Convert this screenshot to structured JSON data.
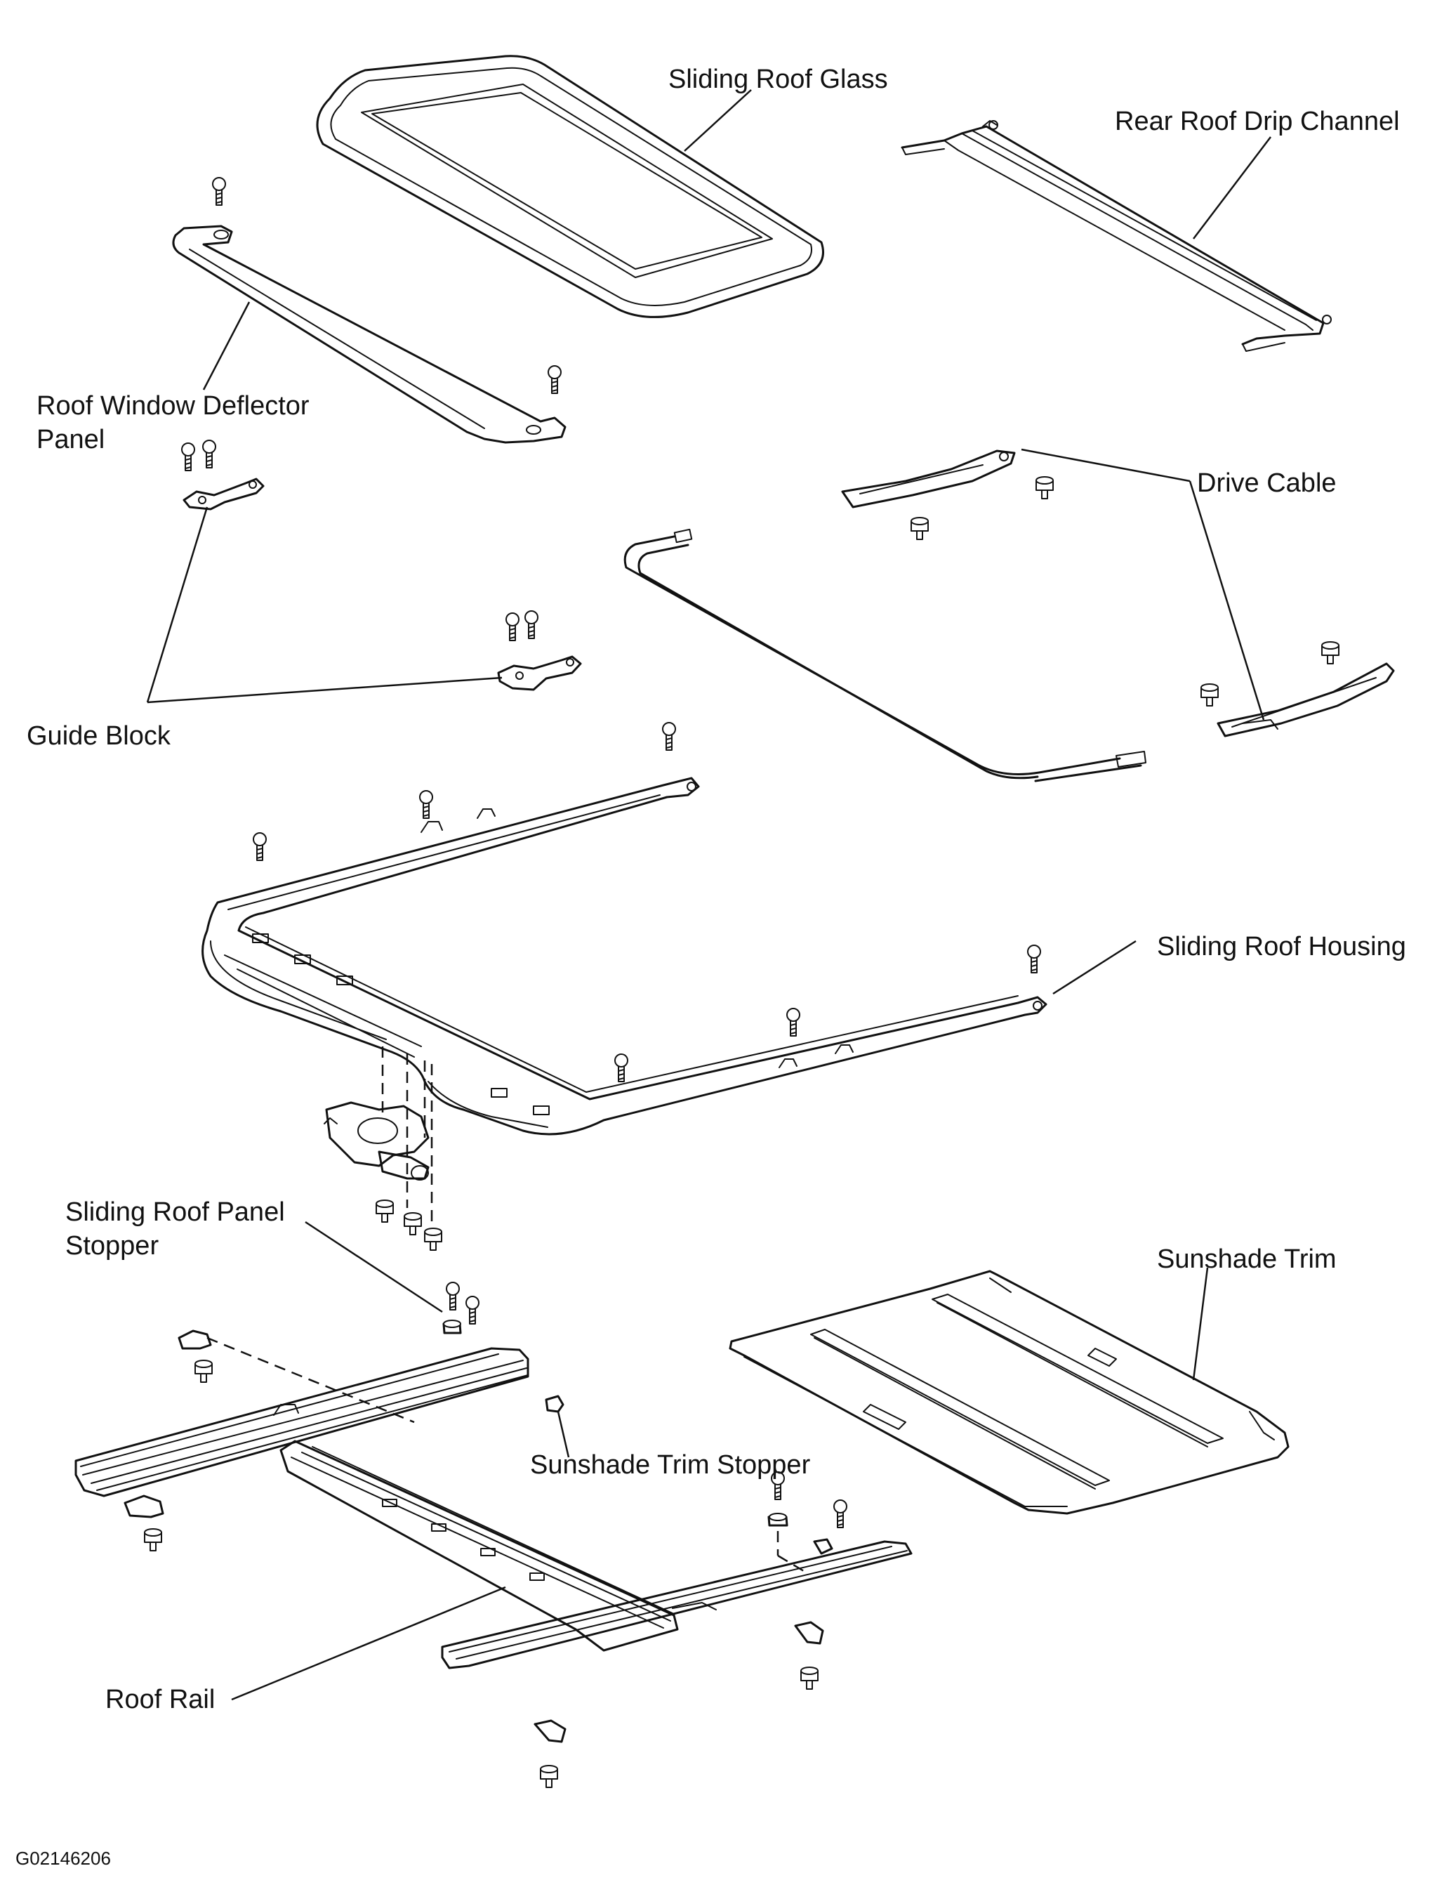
{
  "labels": {
    "sliding_roof_glass": "Sliding Roof Glass",
    "rear_roof_drip_channel": "Rear Roof Drip Channel",
    "roof_window_deflector_panel_line1": "Roof Window Deflector",
    "roof_window_deflector_panel_line2": "Panel",
    "drive_cable": "Drive Cable",
    "guide_block": "Guide Block",
    "sliding_roof_housing": "Sliding Roof Housing",
    "sliding_roof_panel_stopper_line1": "Sliding Roof Panel",
    "sliding_roof_panel_stopper_line2": "Stopper",
    "sunshade_trim": "Sunshade Trim",
    "sunshade_trim_stopper": "Sunshade Trim Stopper",
    "roof_rail": "Roof Rail"
  },
  "figure_code": "G02146206",
  "colors": {
    "ink": "#111111",
    "background": "#ffffff"
  }
}
